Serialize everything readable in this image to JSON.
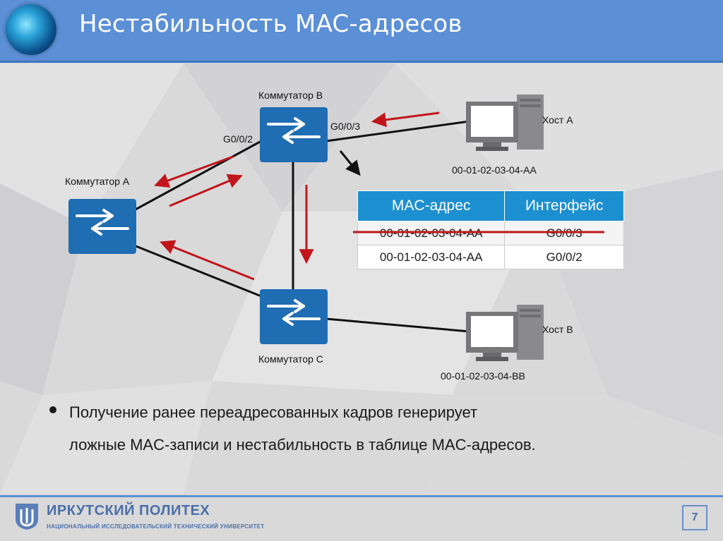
{
  "header": {
    "title": "Нестабильность MAC-адресов"
  },
  "switches": {
    "a": {
      "label": "Коммутатор A"
    },
    "b": {
      "label": "Коммутатор B"
    },
    "c": {
      "label": "Коммутатор C"
    }
  },
  "ports": {
    "g002": "G0/0/2",
    "g003": "G0/0/3"
  },
  "hosts": {
    "a": {
      "label": "Хост A",
      "mac": "00-01-02-03-04-AA"
    },
    "b": {
      "label": "Хост B",
      "mac": "00-01-02-03-04-BB"
    }
  },
  "mac_table": {
    "headers": [
      "MAC-адрес",
      "Интерфейс"
    ],
    "rows": [
      {
        "mac": "00-01-02-03-04-AA",
        "iface": "G0/0/3",
        "struck": true
      },
      {
        "mac": "00-01-02-03-04-AA",
        "iface": "G0/0/2",
        "struck": false
      }
    ]
  },
  "bullet": {
    "line1": "Получение ранее переадресованных кадров генерирует",
    "line2": "ложные MAC-записи и нестабильность в таблице MAC-адресов."
  },
  "footer": {
    "university": "ИРКУТСКИЙ ПОЛИТЕХ",
    "subtitle": "НАЦИОНАЛЬНЫЙ ИССЛЕДОВАТЕЛЬСКИЙ ТЕХНИЧЕСКИЙ УНИВЕРСИТЕТ",
    "page": "7"
  },
  "colors": {
    "header": "#5b8fd6",
    "switch": "#1f6db3",
    "arrow": "#c0161b",
    "table_header": "#1c8fd0"
  }
}
